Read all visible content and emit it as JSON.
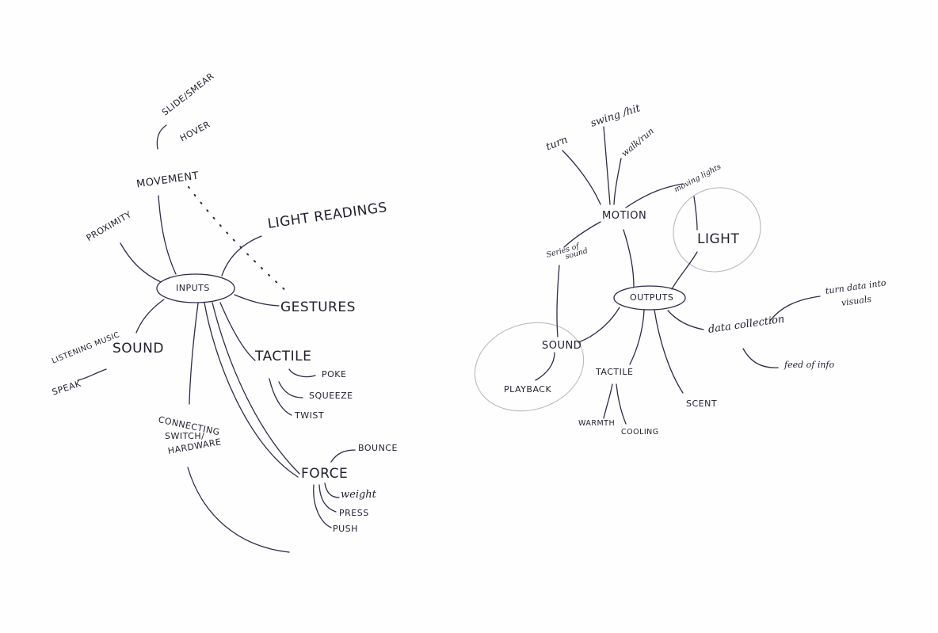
{
  "inputs": {
    "center": "INPUTS",
    "movement": "MOVEMENT",
    "slide_smear": "SLIDE/SMEAR",
    "hover": "HOVER",
    "proximity": "PROXIMITY",
    "light_readings": "LIGHT READINGS",
    "gestures": "GESTURES",
    "sound": "SOUND",
    "listening_music": "LISTENING MUSIC",
    "speak": "SPEAK",
    "tactile": "TACTILE",
    "poke": "POKE",
    "squeeze": "SQUEEZE",
    "twist": "TWIST",
    "connecting": "CONNECTING",
    "switch": "SWITCH/",
    "hardware": "HARDWARE",
    "force": "FORCE",
    "bounce": "BOUNCE",
    "weight": "weight",
    "press": "PRESS",
    "push": "PUSH"
  },
  "outputs": {
    "center": "OUTPUTS",
    "motion": "MOTION",
    "turn": "turn",
    "swing_hit": "swing /hit",
    "walk_run": "walk/run",
    "moving_lights": "moving lights",
    "light": "LIGHT",
    "series_of_sound_1": "Series of",
    "series_of_sound_2": "sound",
    "sound": "SOUND",
    "playback": "PLAYBACK",
    "tactile": "TACTILE",
    "warmth": "WARMTH",
    "cooling": "COOLING",
    "scent": "SCENT",
    "data_collection": "data collection",
    "turn_data_1": "turn data into",
    "turn_data_2": "visuals",
    "feed_of_info": "feed of info"
  }
}
